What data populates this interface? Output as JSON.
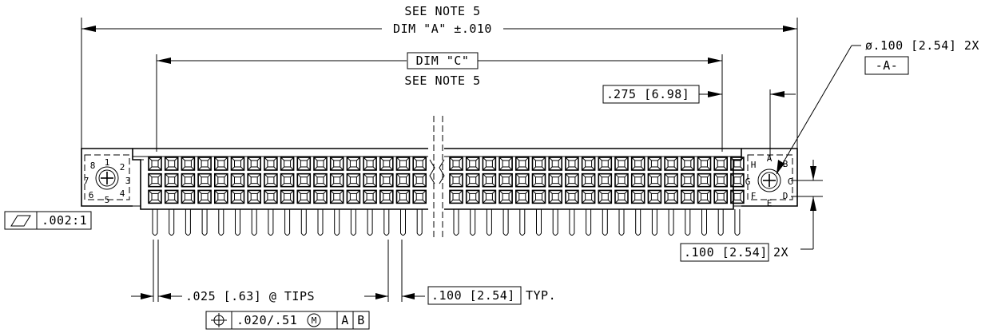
{
  "dim_a": {
    "note": "SEE NOTE 5",
    "label": "DIM \"A\" ±.010"
  },
  "dim_c": {
    "label": "DIM \"C\"",
    "note": "SEE NOTE 5"
  },
  "dim_275": "275 [6.98]",
  "dim_275_prefix": ".",
  "hole": {
    "callout": "ø.100 [2.54] 2X",
    "datum": "-A-"
  },
  "flatness": {
    "symbol": "flatness",
    "value": ".002:1"
  },
  "pitch_vertical": {
    "value": ".100 [2.54]",
    "suffix": "2X"
  },
  "tips": {
    "value": ".025 [.63] @ TIPS"
  },
  "pitch_horizontal": {
    "value": ".100 [2.54]",
    "suffix": "TYP."
  },
  "position_tol": {
    "symbol": "position",
    "value": ".020/.51",
    "modifier": "M",
    "datum_1": "A",
    "datum_2": "B"
  },
  "left_numbers": [
    "1",
    "2",
    "3",
    "4",
    "5",
    "6",
    "7",
    "8"
  ],
  "right_letters": [
    "A",
    "B",
    "C",
    "D",
    "E",
    "F",
    "G",
    "H"
  ],
  "contacts": {
    "rows": 3,
    "left_columns": 17,
    "right_columns": 18
  }
}
